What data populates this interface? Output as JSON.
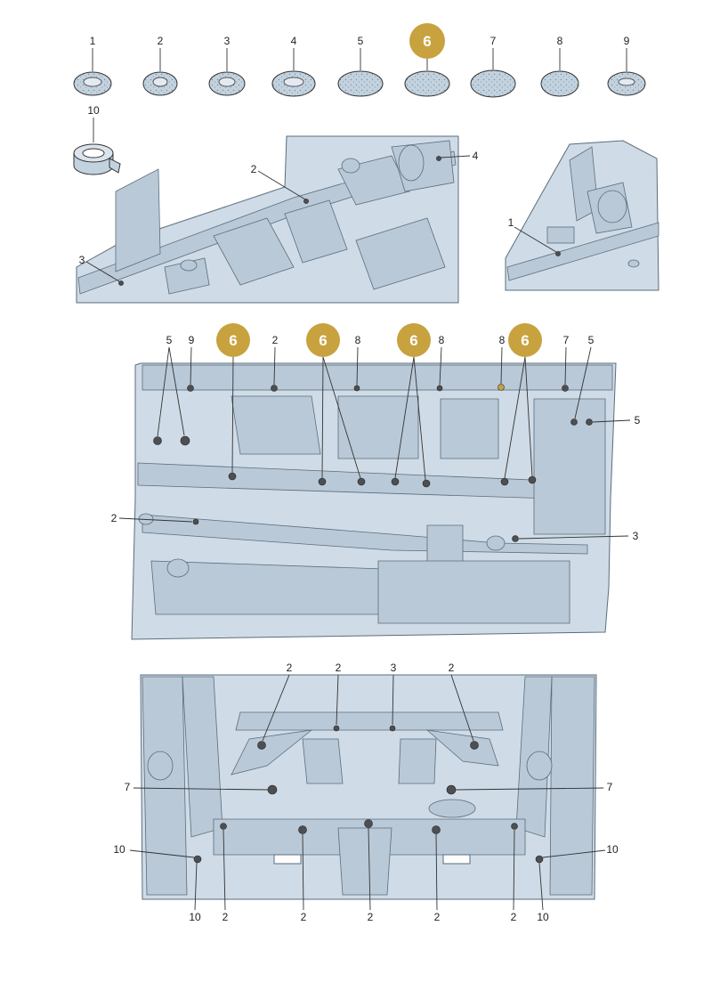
{
  "highlight_color": "#c8a23f",
  "highlighted_part": "6",
  "catalog": {
    "grommets": [
      "1",
      "2",
      "3",
      "4",
      "5",
      "6",
      "7",
      "8",
      "9"
    ],
    "tape": "10"
  },
  "detail_top_left": {
    "labels": [
      "2",
      "4",
      "3"
    ]
  },
  "detail_top_right": {
    "labels": [
      "1"
    ]
  },
  "underbody_side": {
    "top_labels": [
      "5",
      "9",
      "6",
      "2",
      "6",
      "8",
      "6",
      "8",
      "8",
      "6",
      "7",
      "5"
    ],
    "side_labels": [
      "5",
      "2",
      "3"
    ]
  },
  "underbody_rear": {
    "top_labels": [
      "2",
      "2",
      "3",
      "2"
    ],
    "side_labels": [
      "7",
      "7",
      "10",
      "10"
    ],
    "bottom_labels": [
      "10",
      "2",
      "2",
      "2",
      "2",
      "2",
      "10"
    ]
  }
}
